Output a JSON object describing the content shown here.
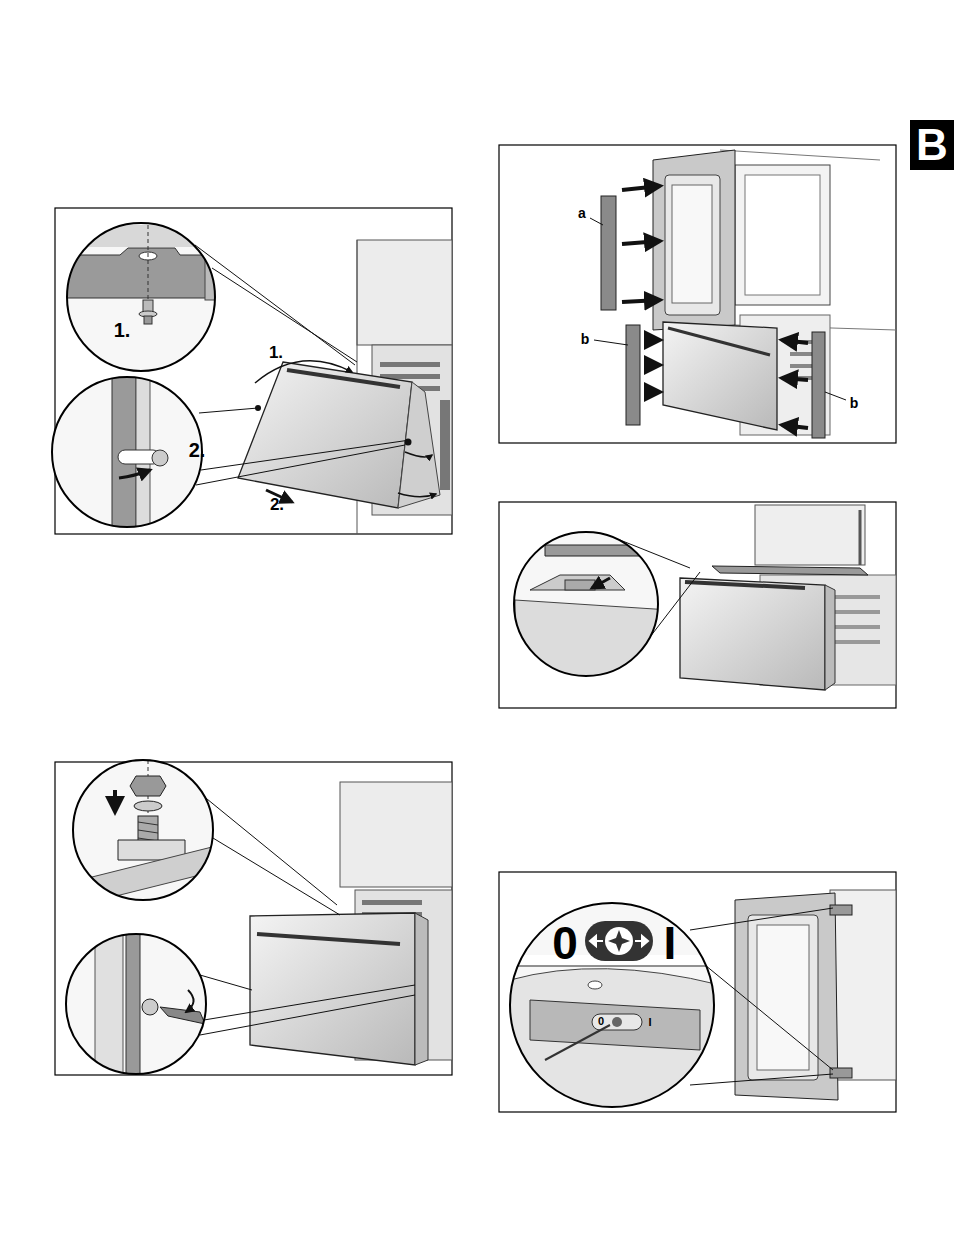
{
  "diagram": {
    "nodes": [
      {
        "text": [
          "B"
        ]
      }
    ],
    "labels": [
      "1.",
      "2.",
      "1.",
      "2.",
      "a",
      "b",
      "b",
      "0",
      "I",
      "0",
      "I"
    ]
  }
}
